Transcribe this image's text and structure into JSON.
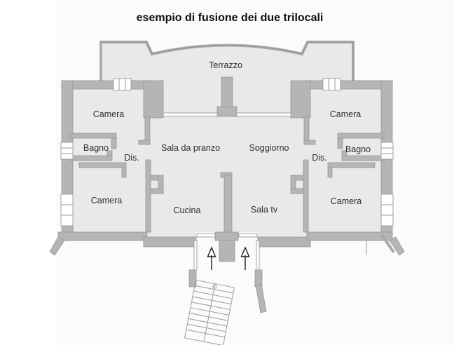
{
  "title": "esempio di fusione dei due trilocali",
  "plan": {
    "terrace_label": "Terrazzo",
    "rooms": {
      "camera_top_left": "Camera",
      "camera_top_right": "Camera",
      "bagno_left": "Bagno",
      "bagno_right": "Bagno",
      "dis_left": "Dis.",
      "dis_right": "Dis.",
      "camera_bottom_left": "Camera",
      "camera_bottom_right": "Camera",
      "sala_da_pranzo": "Sala da pranzo",
      "soggiorno": "Soggiorno",
      "cucina": "Cucina",
      "sala_tv": "Sala tv"
    },
    "colors": {
      "wall": "#b5b5b5",
      "floor": "#e9e9e9",
      "outline": "#979797",
      "ink": "#1c1c1c"
    }
  }
}
